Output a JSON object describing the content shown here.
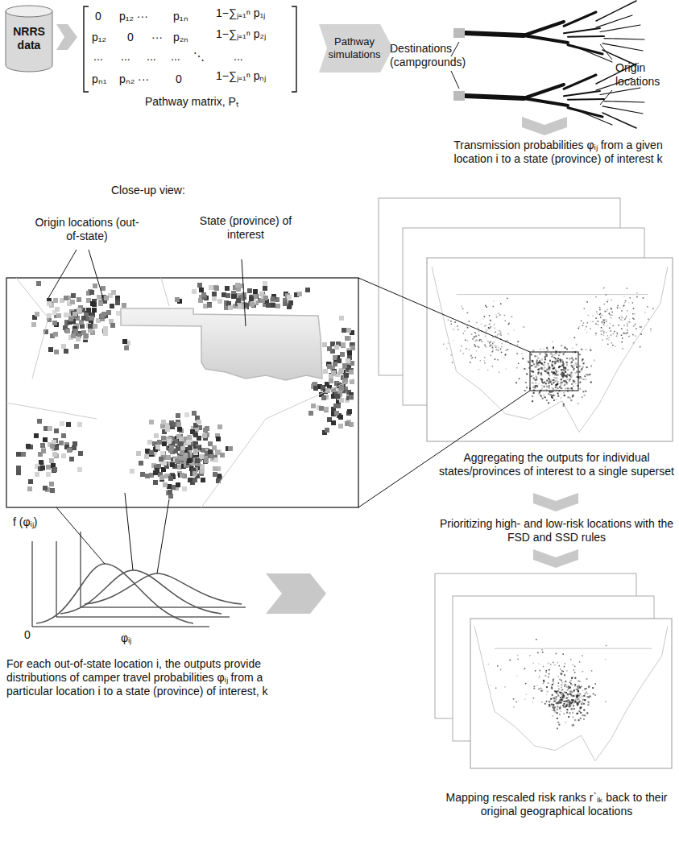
{
  "diagram": {
    "nodes": [
      {
        "text": [
          "NRRS data"
        ]
      },
      {
        "text": [
          "Pathway simulations"
        ]
      }
    ],
    "labels": [
      "0",
      "p₁₂ ···",
      "p₁ₙ",
      "1−∑ⱼ₌₁ⁿ p₁ⱼ",
      "p₁₂",
      "0",
      "···",
      "p₂ₙ",
      "1−∑ⱼ₌₁ⁿ p₂ⱼ",
      "...",
      "...",
      "...",
      "...",
      "⋱",
      "...",
      "pₙ₁",
      "pₙ₂ ···",
      "0",
      "1−∑ⱼ₌₁ⁿ pₙⱼ",
      "Pathway matrix, Pₜ",
      "Destinations (campgrounds)",
      "Origin locations",
      "Transmission probabilities φᵢⱼ from a given location i to a state (province) of interest k",
      "Close-up view:",
      "Origin locations (out-of-state)",
      "State (province) of interest",
      "Aggregating the outputs for individual states/provinces of interest to a single superset",
      "Prioritizing high- and low-risk locations with the FSD and SSD rules",
      "f (φᵢⱼ)",
      "0",
      "φᵢⱼ",
      "For each out-of-state location i, the outputs provide distributions of camper travel probabilities φᵢⱼ from a particular location i to a state (province) of interest, k",
      "Mapping rescaled risk ranks r`ᵢₖ back to their original geographical locations"
    ]
  }
}
